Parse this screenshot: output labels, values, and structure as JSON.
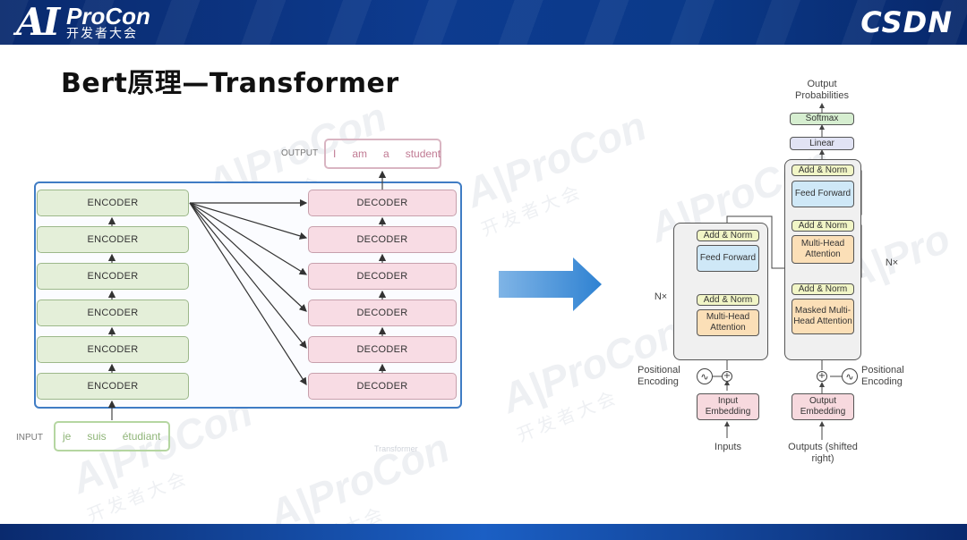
{
  "header": {
    "logo_ai": "AI",
    "logo_procon": "ProCon",
    "logo_subtitle": "开发者大会",
    "brand_right": "CSDN"
  },
  "slide": {
    "title": "Bert原理—Transformer"
  },
  "left_diagram": {
    "output_label": "OUTPUT",
    "output_tokens": [
      "I",
      "am",
      "a",
      "student"
    ],
    "input_label": "INPUT",
    "input_tokens": [
      "je",
      "suis",
      "étudiant"
    ],
    "encoders": [
      "ENCODER",
      "ENCODER",
      "ENCODER",
      "ENCODER",
      "ENCODER",
      "ENCODER"
    ],
    "decoders": [
      "DECODER",
      "DECODER",
      "DECODER",
      "DECODER",
      "DECODER",
      "DECODER"
    ]
  },
  "right_diagram": {
    "output_probabilities": "Output Probabilities",
    "softmax": "Softmax",
    "linear": "Linear",
    "add_norm": "Add & Norm",
    "feed_forward": "Feed Forward",
    "multi_head_attention": "Multi-Head Attention",
    "masked_multi_head_attention": "Masked Multi-Head Attention",
    "input_embedding": "Input Embedding",
    "output_embedding": "Output Embedding",
    "positional_encoding": "Positional Encoding",
    "inputs": "Inputs",
    "outputs": "Outputs (shifted right)",
    "nx": "N×"
  },
  "colors": {
    "banner": "#0d3b8f",
    "encoder_fill": "#e4efd9",
    "decoder_fill": "#f8dce4",
    "frame_border": "#3f7cc4",
    "arrow_blue": "#3d8fd6"
  }
}
